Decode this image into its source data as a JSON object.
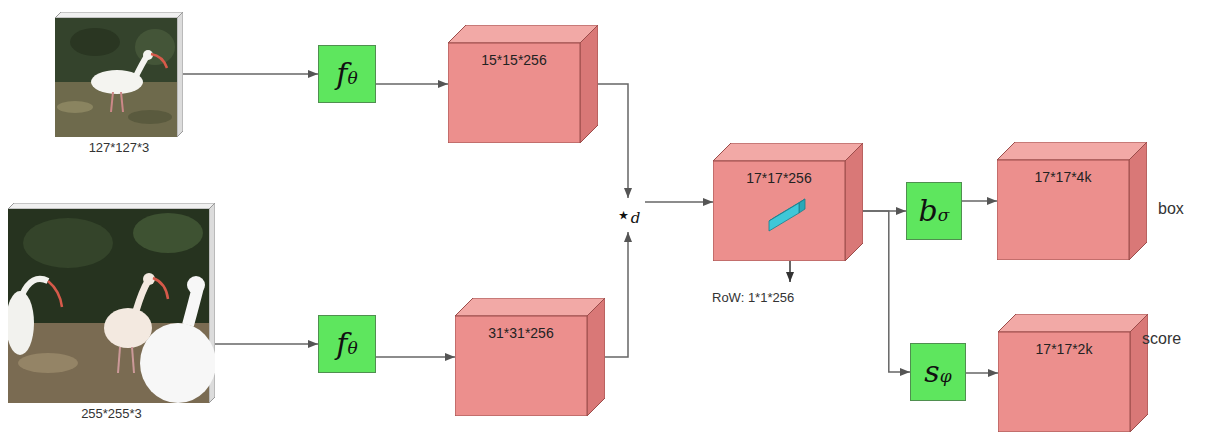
{
  "diagram": {
    "nodes": [
      {
        "text": [
          "127*127*3"
        ]
      },
      {
        "text": [
          "fθ"
        ]
      },
      {
        "text": [
          "15*15*256"
        ]
      },
      {
        "text": [
          "255*255*3"
        ]
      },
      {
        "text": [
          "fθ"
        ]
      },
      {
        "text": [
          "31*31*256"
        ]
      },
      {
        "text": [
          "⋆d"
        ]
      },
      {
        "text": [
          "17*17*256"
        ]
      },
      {
        "text": [
          "bσ"
        ]
      },
      {
        "text": [
          "17*17*4k"
        ]
      },
      {
        "text": [
          "sφ"
        ]
      },
      {
        "text": [
          "17*17*2k"
        ]
      }
    ],
    "edges": [
      {
        "from": 0,
        "to": 1,
        "arrow": "to"
      },
      {
        "from": 1,
        "to": 2,
        "arrow": "to"
      },
      {
        "from": 3,
        "to": 4,
        "arrow": "to"
      },
      {
        "from": 4,
        "to": 5,
        "arrow": "to"
      },
      {
        "from": 2,
        "to": 6,
        "arrow": "to"
      },
      {
        "from": 5,
        "to": 6,
        "arrow": "to"
      },
      {
        "from": 6,
        "to": 7,
        "arrow": "to"
      },
      {
        "from": 7,
        "to": 8,
        "arrow": "to"
      },
      {
        "from": 7,
        "to": 10,
        "arrow": "to"
      },
      {
        "from": 8,
        "to": 9,
        "arrow": "to"
      },
      {
        "from": 10,
        "to": 11,
        "arrow": "to"
      }
    ],
    "labels": [
      "RoW: 1*1*256",
      "box",
      "score"
    ]
  }
}
